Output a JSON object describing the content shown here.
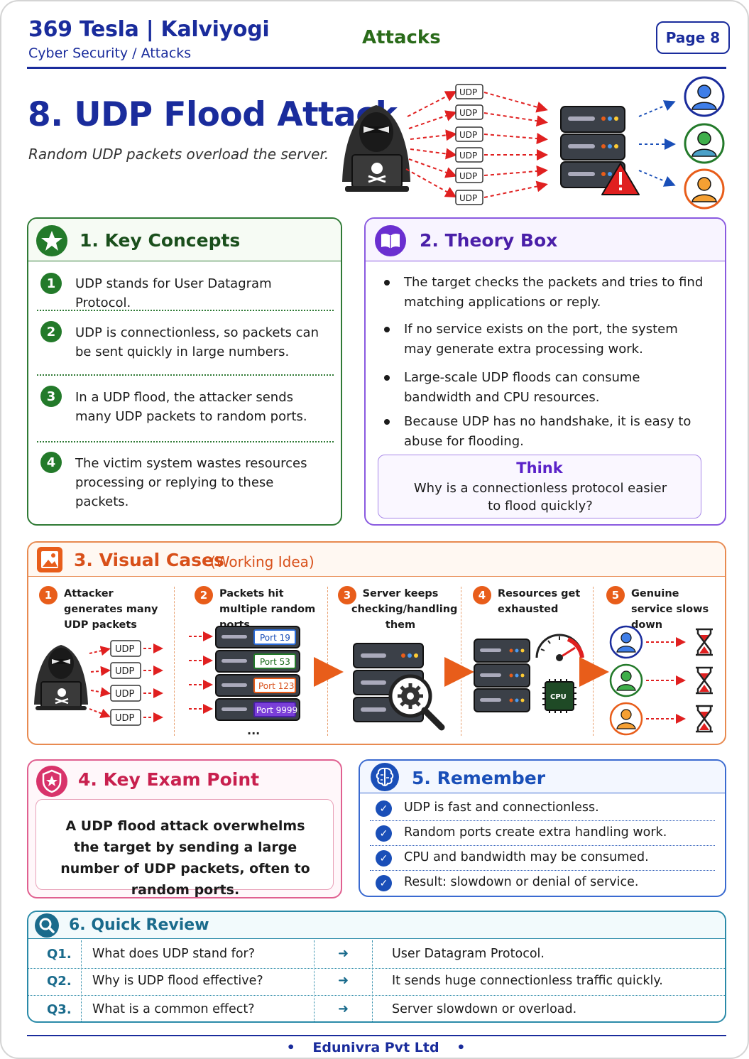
{
  "header": {
    "brand": "369 Tesla | Kalviyogi",
    "subtitle": "Cyber Security / Attacks",
    "topic": "Attacks",
    "page_label": "Page 8"
  },
  "hero": {
    "title": "8. UDP Flood Attack",
    "tagline": "Random UDP packets overload the server.",
    "packet_label": "UDP"
  },
  "key_concepts": {
    "title": "1.  Key Concepts",
    "items": [
      {
        "num": "1",
        "text": "UDP stands for User Datagram Protocol."
      },
      {
        "num": "2",
        "text": "UDP is connectionless, so packets can be sent quickly in large numbers."
      },
      {
        "num": "3",
        "text": "In a UDP flood, the attacker sends many UDP packets to random ports."
      },
      {
        "num": "4",
        "text": "The victim system wastes resources processing or replying to these packets."
      }
    ]
  },
  "theory_box": {
    "title": "2.  Theory Box",
    "bullets": [
      "The target checks the packets and tries to find matching applications or reply.",
      "If no service exists on the port, the system may generate extra processing work.",
      "Large-scale UDP floods can consume bandwidth and CPU resources.",
      "Because UDP has no handshake, it is easy to abuse for flooding."
    ],
    "think_title": "Think",
    "think_text": "Why is a connectionless protocol easier to flood quickly?"
  },
  "visual_cases": {
    "title": "3.  Visual Cases",
    "subtitle": "(Working Idea)",
    "steps": [
      {
        "num": "1",
        "label": "Attacker generates many UDP packets"
      },
      {
        "num": "2",
        "label": "Packets hit multiple random ports"
      },
      {
        "num": "3",
        "label": "Server keeps checking/handling them"
      },
      {
        "num": "4",
        "label": "Resources get exhausted"
      },
      {
        "num": "5",
        "label": "Genuine service slows down"
      }
    ],
    "ports": [
      "Port 19",
      "Port 53",
      "Port 123",
      "Port 9999"
    ],
    "cpu_label": "CPU",
    "ellipsis": "..."
  },
  "exam_point": {
    "title": "4.  Key Exam Point",
    "text": "A UDP flood attack overwhelms the target by sending a large number of UDP packets, often to random ports."
  },
  "remember": {
    "title": "5.  Remember",
    "items": [
      "UDP is fast and connectionless.",
      "Random ports create extra handling work.",
      "CPU and bandwidth may be consumed.",
      "Result: slowdown or denial of service."
    ]
  },
  "quick_review": {
    "title": "6.  Quick Review",
    "rows": [
      {
        "q": "Q1.",
        "question": "What does UDP stand for?",
        "answer": "User Datagram Protocol."
      },
      {
        "q": "Q2.",
        "question": "Why is UDP flood effective?",
        "answer": "It sends huge connectionless traffic quickly."
      },
      {
        "q": "Q3.",
        "question": "What is a common effect?",
        "answer": "Server slowdown or overload."
      }
    ]
  },
  "footer": {
    "text": "Edunivra Pvt Ltd"
  },
  "colors": {
    "navy": "#1a2c9c",
    "green": "#237a2a",
    "purple": "#6a2fd0",
    "orange": "#e85d1a",
    "pink": "#d8336a",
    "blue": "#1a4fb8",
    "teal": "#1a6b8c",
    "red": "#e02020"
  }
}
